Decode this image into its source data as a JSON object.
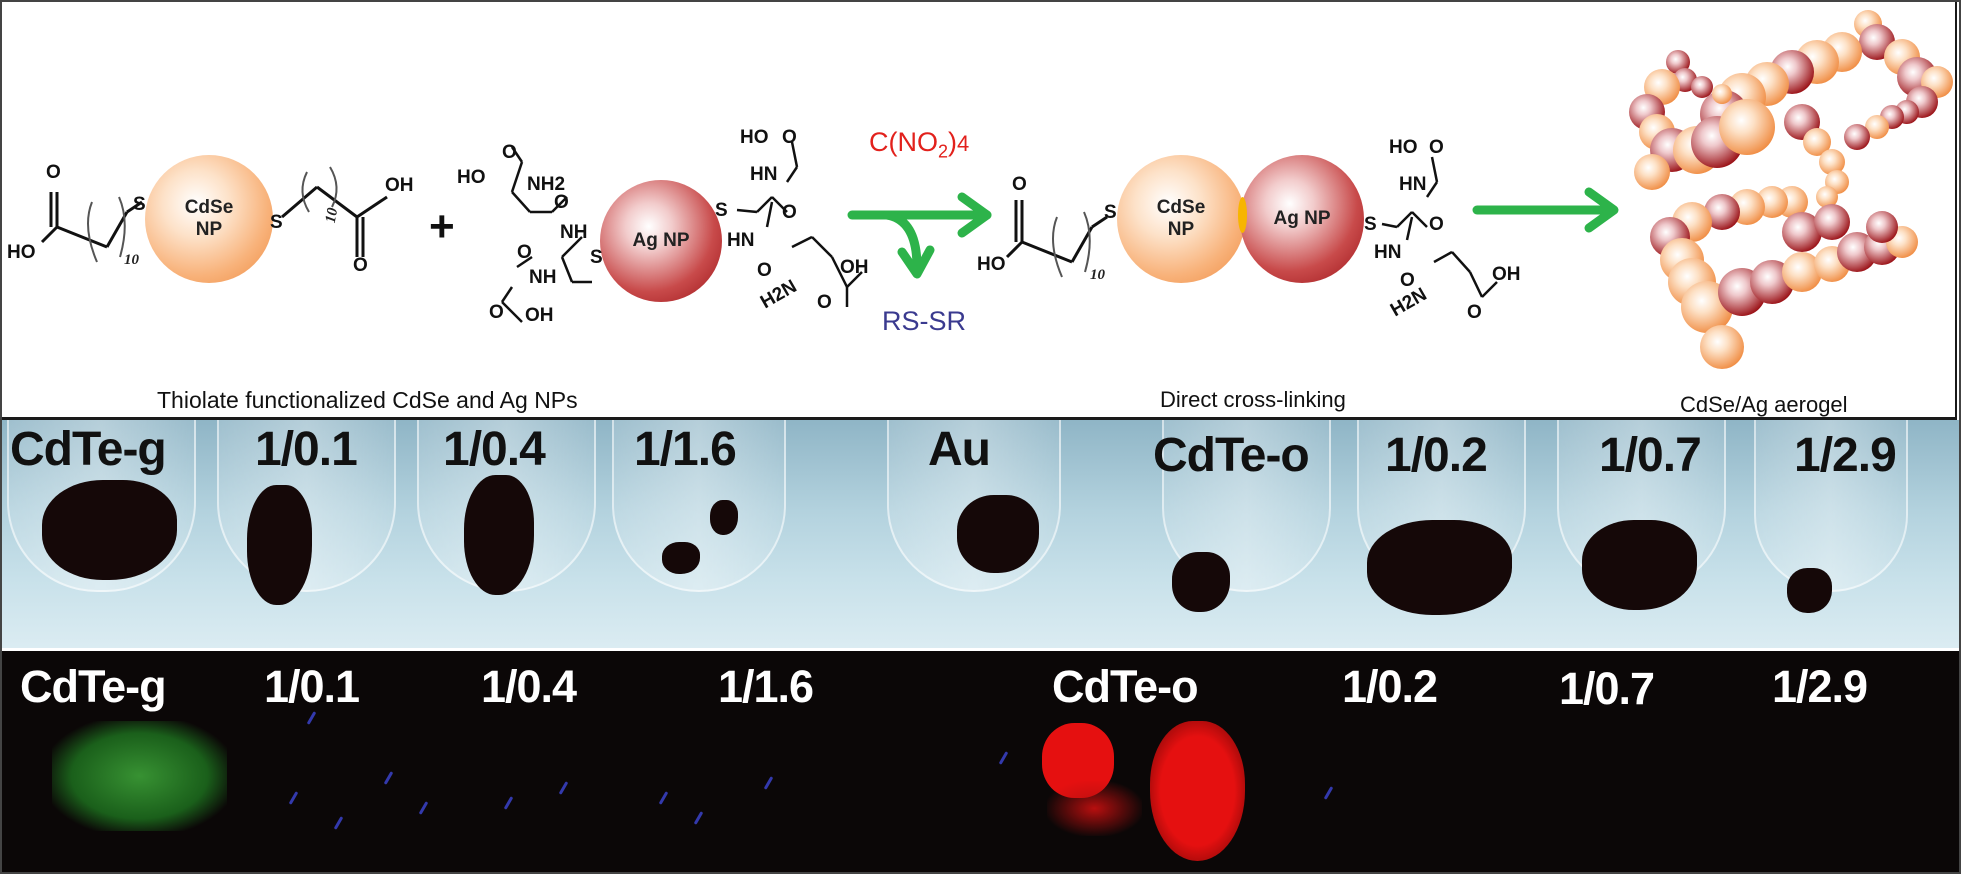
{
  "scheme": {
    "left_np": {
      "label_line1": "CdSe",
      "label_line2": "NP",
      "color": "#f29a55"
    },
    "left_ligand": {
      "atoms": [
        "O",
        "HO",
        "S",
        "S",
        "OH",
        "O"
      ],
      "repeat": "10"
    },
    "plus": "+",
    "ag_np": {
      "label": "Ag NP",
      "color": "#b01c22"
    },
    "glutathione_left": {
      "atoms": [
        "HO",
        "O",
        "NH2",
        "O",
        "NH",
        "O",
        "NH",
        "S",
        "O",
        "OH"
      ]
    },
    "glutathione_right": {
      "atoms": [
        "HO",
        "O",
        "HN",
        "S",
        "O",
        "HN",
        "O",
        "H2N",
        "OH",
        "O"
      ]
    },
    "reagent": {
      "text": "C(NO",
      "sub": "2",
      "close": ")",
      "sub2": "4",
      "color": "#e2211c"
    },
    "byproduct": {
      "text": "RS-SR",
      "color": "#3a3a8f"
    },
    "arrow_color": "#2db34a",
    "product": {
      "cdse_line1": "CdSe",
      "cdse_line2": "NP",
      "ag_label": "Ag NP",
      "junction_color": "#f7b500",
      "atoms": [
        "O",
        "HO",
        "S",
        "S",
        "HO",
        "O",
        "HN",
        "O",
        "HN",
        "O",
        "H2N",
        "OH",
        "O"
      ],
      "repeat": "10"
    },
    "captions": {
      "left": "Thiolate functionalized CdSe and Ag NPs",
      "middle": "Direct cross-linking",
      "right": "CdSe/Ag aerogel"
    }
  },
  "photo_daylight": {
    "labels": [
      "CdTe-g",
      "1/0.1",
      "1/0.4",
      "1/1.6",
      "Au",
      "CdTe-o",
      "1/0.2",
      "1/0.7",
      "1/2.9"
    ]
  },
  "photo_uv": {
    "labels": [
      "CdTe-g",
      "1/0.1",
      "1/0.4",
      "1/1.6",
      "CdTe-o",
      "1/0.2",
      "1/0.7",
      "1/2.9"
    ],
    "emission_colors": {
      "CdTe-g": "#3faa3a",
      "CdTe-o": "#e51010",
      "1/0.2": "#e51010"
    }
  }
}
